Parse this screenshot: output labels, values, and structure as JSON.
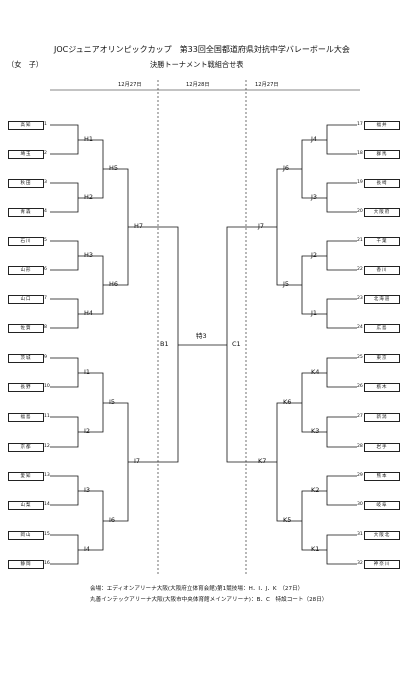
{
  "header": {
    "title": "JOCジュニアオリンピックカップ　第33回全国都道府県対抗中学バレーボール大会",
    "subtitle": "決勝トーナメント戦組合せ表",
    "division": "（女　子）"
  },
  "dates": {
    "left": "12月27日",
    "center": "12月28日",
    "right": "12月27日"
  },
  "left_teams": [
    {
      "num": "1",
      "name": "高知"
    },
    {
      "num": "2",
      "name": "埼玉"
    },
    {
      "num": "3",
      "name": "秋田"
    },
    {
      "num": "4",
      "name": "青森"
    },
    {
      "num": "5",
      "name": "石川"
    },
    {
      "num": "6",
      "name": "山形"
    },
    {
      "num": "7",
      "name": "山口"
    },
    {
      "num": "8",
      "name": "佐賀"
    },
    {
      "num": "9",
      "name": "茨城"
    },
    {
      "num": "10",
      "name": "長野"
    },
    {
      "num": "11",
      "name": "福島"
    },
    {
      "num": "12",
      "name": "京都"
    },
    {
      "num": "13",
      "name": "愛知"
    },
    {
      "num": "14",
      "name": "山梨"
    },
    {
      "num": "15",
      "name": "岡山"
    },
    {
      "num": "16",
      "name": "静岡"
    }
  ],
  "right_teams": [
    {
      "num": "17",
      "name": "福井"
    },
    {
      "num": "18",
      "name": "群馬"
    },
    {
      "num": "19",
      "name": "長崎"
    },
    {
      "num": "20",
      "name": "大阪府"
    },
    {
      "num": "21",
      "name": "千葉"
    },
    {
      "num": "22",
      "name": "香川"
    },
    {
      "num": "23",
      "name": "北海道"
    },
    {
      "num": "24",
      "name": "広島"
    },
    {
      "num": "25",
      "name": "東京"
    },
    {
      "num": "26",
      "name": "栃木"
    },
    {
      "num": "27",
      "name": "新潟"
    },
    {
      "num": "28",
      "name": "岩手"
    },
    {
      "num": "29",
      "name": "熊本"
    },
    {
      "num": "30",
      "name": "岐阜"
    },
    {
      "num": "31",
      "name": "大阪北"
    },
    {
      "num": "32",
      "name": "神奈川"
    }
  ],
  "matches": {
    "left_r1": [
      "H1",
      "H2",
      "H3",
      "H4",
      "I1",
      "I2",
      "I3",
      "I4"
    ],
    "left_r2": [
      "H5",
      "H6",
      "I5",
      "I6"
    ],
    "left_r3": [
      "H7",
      "I7"
    ],
    "left_semi": "B1",
    "right_r1": [
      "J4",
      "J3",
      "J2",
      "J1",
      "K4",
      "K3",
      "K2",
      "K1"
    ],
    "right_r2": [
      "J6",
      "J5",
      "K6",
      "K5"
    ],
    "right_r3": [
      "J7",
      "K7"
    ],
    "right_semi": "C1",
    "final": "特3"
  },
  "footer": {
    "line1": "会場：エディオンアリーナ大阪(大阪府立体育会館)第1競技場：H．I．J．K　（27日）",
    "line2": "丸善インテックアリーナ大阪(大阪市中央体育館メインアリーナ)：B．C　特設コート（28日）"
  }
}
